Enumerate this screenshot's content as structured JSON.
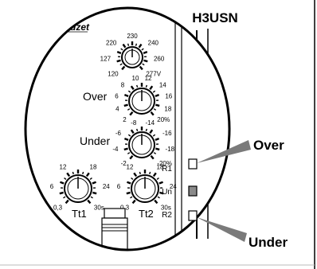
{
  "title": "H3USN",
  "brand": "dzet",
  "model_fragment": "3USN",
  "dials": {
    "voltage": {
      "ticks": [
        "120",
        "127",
        "220",
        "230",
        "240",
        "260",
        "277V"
      ]
    },
    "over": {
      "label": "Over",
      "ticks": [
        "2",
        "4",
        "6",
        "8",
        "10",
        "12",
        "14",
        "16",
        "18",
        "20%"
      ]
    },
    "under": {
      "label": "Under",
      "ticks": [
        "-2",
        "-4",
        "-6",
        "-8",
        "-14",
        "-16",
        "-18",
        "-20%"
      ]
    },
    "tt1": {
      "label": "Tt1",
      "ticks": [
        "0,3",
        "6",
        "12",
        "18",
        "24",
        "30s"
      ]
    },
    "tt2": {
      "label": "Tt2",
      "ticks": [
        "0,3",
        "6",
        "12",
        "18",
        "24",
        "30s"
      ]
    }
  },
  "leds": {
    "r1": "R1",
    "un": "Un",
    "r2": "R2"
  },
  "callouts": {
    "over": "Over",
    "under": "Under"
  },
  "colors": {
    "line": "#000000",
    "led_fill": "#8a8a8a",
    "arrow": "#7a7a7a",
    "background": "#ffffff"
  }
}
